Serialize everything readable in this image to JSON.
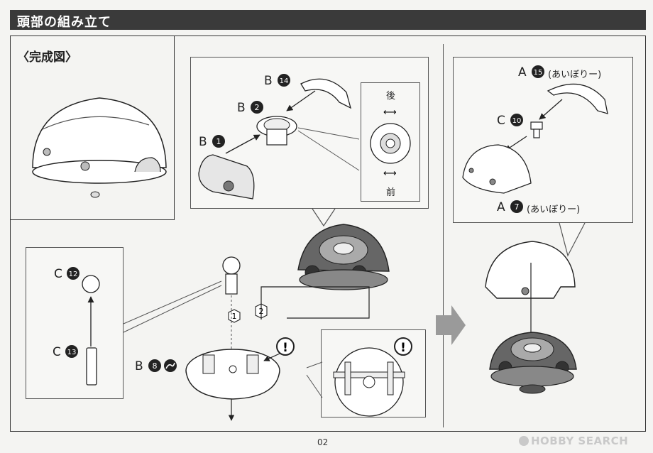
{
  "header": {
    "title": "頭部の組み立て"
  },
  "completed_panel": {
    "label": "〈完成図〉"
  },
  "parts": {
    "b14": {
      "letter": "B",
      "num": "14"
    },
    "b2": {
      "letter": "B",
      "num": "2"
    },
    "b1": {
      "letter": "B",
      "num": "1"
    },
    "b8": {
      "letter": "B",
      "num": "8"
    },
    "c12": {
      "letter": "C",
      "num": "12"
    },
    "c13": {
      "letter": "C",
      "num": "13"
    },
    "c10": {
      "letter": "C",
      "num": "10"
    },
    "a15": {
      "letter": "A",
      "num": "15",
      "note": "(あいぼりー)"
    },
    "a7": {
      "letter": "A",
      "num": "7",
      "note": "(あいぼりー)"
    }
  },
  "orientation": {
    "back": "後",
    "front": "前"
  },
  "steps": {
    "step1": "1",
    "step2": "2"
  },
  "warnings": {
    "mark": "!"
  },
  "footer": {
    "page": "02",
    "brand": "HOBBY SEARCH"
  },
  "colors": {
    "ink": "#222222",
    "title_bg": "#3a3a3a",
    "arrow": "#9a9a9a",
    "dark_part": "#555555",
    "light_part": "#ffffff"
  }
}
